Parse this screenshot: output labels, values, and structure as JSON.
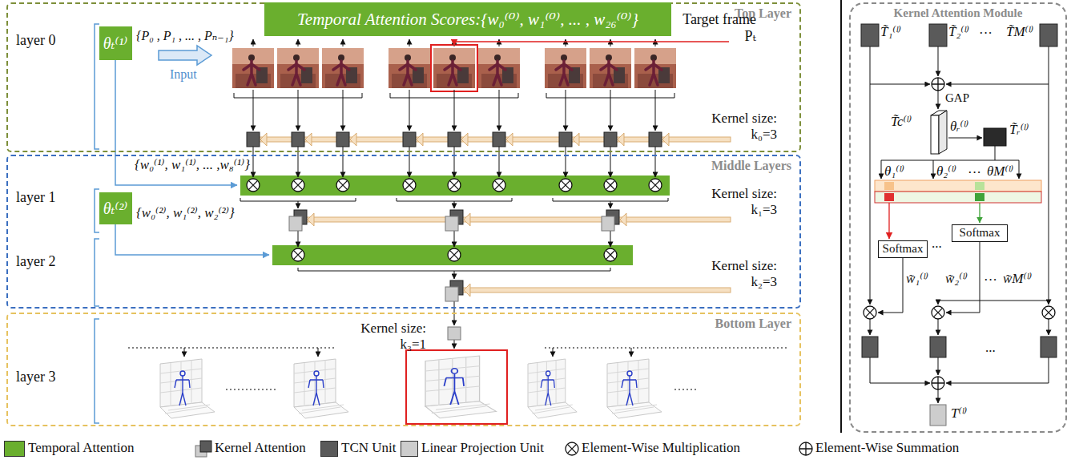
{
  "diagram": {
    "nodes": [
      {
        "text": [
          "Top Layer"
        ]
      },
      {
        "text": [
          "Temporal Attention Scores:{w₀⁽⁰⁾, w₁⁽⁰⁾, ... , w₂₆⁽⁰⁾}"
        ],
        "in": 0
      },
      {
        "text": [
          "θₜ⁽¹⁾"
        ],
        "in": 0
      },
      {
        "text": [
          "Middle Layers"
        ]
      },
      {
        "text": [
          "θₜ⁽²⁾"
        ],
        "in": 3
      },
      {
        "text": [
          "Bottom Layer"
        ]
      },
      {
        "text": [
          "Kernel Attention Module"
        ]
      },
      {
        "text": [
          "Softmax"
        ],
        "in": 6
      },
      {
        "text": [
          "Softmax"
        ],
        "in": 6
      }
    ],
    "labels": [
      "layer 0",
      "{P₀ , P₁ , ... , Pₙ₋₁}",
      "Input",
      "Target frame Pₜ",
      "Kernel size: k₀=3",
      "{w₀⁽¹⁾, w₁⁽¹⁾, ... ,w₈⁽¹⁾}",
      "layer 1",
      "Kernel size: k₁=3",
      "{w₀⁽²⁾, w₁⁽²⁾, w₂⁽²⁾}",
      "layer 2",
      "Kernel size: k₂=3",
      "Kernel size: k₃=1",
      "layer 3",
      "T̃₁⁽ˡ⁾",
      "T̃₂⁽ˡ⁾",
      "···",
      "T̃M⁽ˡ⁾",
      "GAP",
      "T̃c⁽ˡ⁾",
      "θᵣ⁽ˡ⁾",
      "T̃ᵣ⁽ˡ⁾",
      "θ₁⁽ˡ⁾",
      "θ₂⁽ˡ⁾",
      "···",
      "θM⁽ˡ⁾",
      "...",
      "w̃₁⁽ˡ⁾",
      "w̃₂⁽ˡ⁾",
      "···",
      "w̃M⁽ˡ⁾",
      "...",
      "T⁽ˡ⁾"
    ],
    "legend": [
      {
        "text": "Temporal Attention",
        "color": "#6aaf2e"
      },
      {
        "text": "Kernel Attention"
      },
      {
        "text": "TCN Unit",
        "color": "#5a5a5a"
      },
      {
        "text": "Linear Projection Unit",
        "color": "#cdcdcd"
      },
      {
        "text": "Element-Wise Multiplication"
      },
      {
        "text": "Element-Wise Summation"
      }
    ]
  }
}
